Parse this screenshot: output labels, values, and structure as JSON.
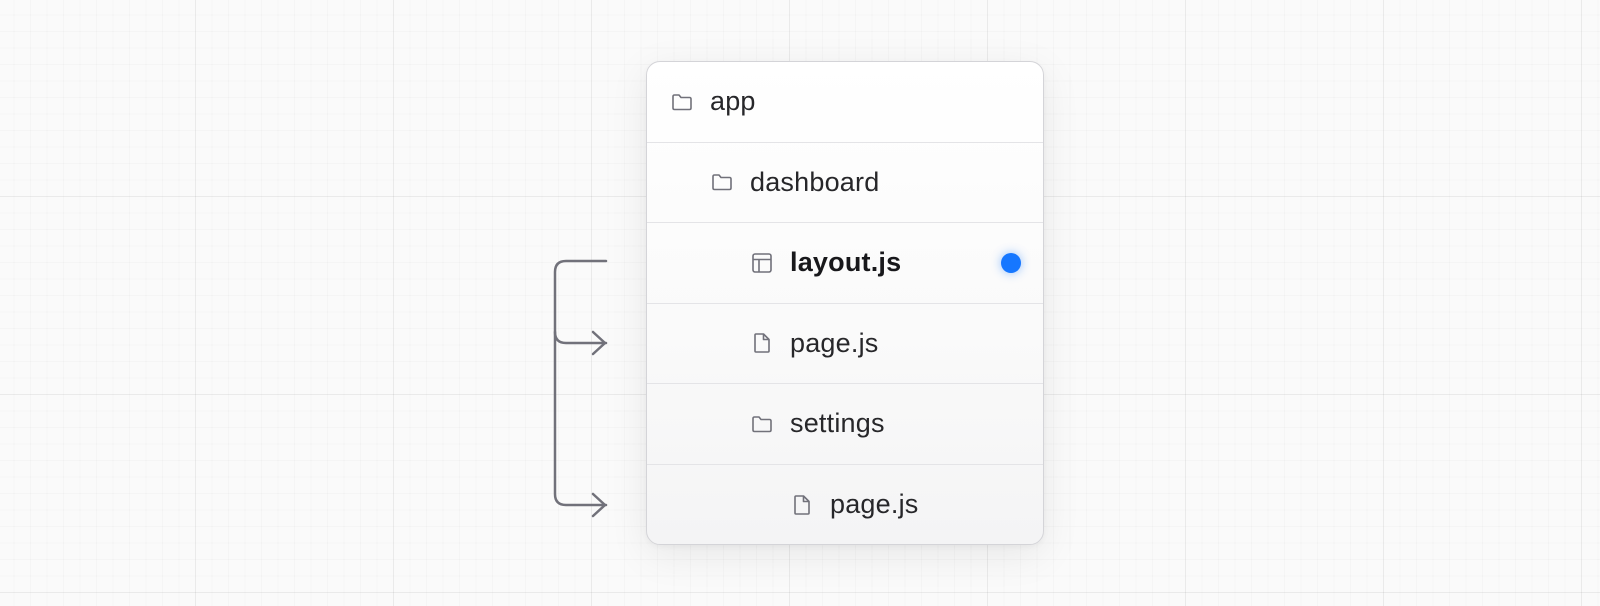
{
  "colors": {
    "accent_dot": "#1677ff",
    "connector": "#71717a",
    "icon": "#71717a",
    "text": "#27272a"
  },
  "tree": {
    "rows": [
      {
        "label": "app",
        "icon": "folder-icon",
        "depth": 0,
        "bold": false,
        "highlight": false
      },
      {
        "label": "dashboard",
        "icon": "folder-icon",
        "depth": 1,
        "bold": false,
        "highlight": false
      },
      {
        "label": "layout.js",
        "icon": "layout-icon",
        "depth": 2,
        "bold": true,
        "highlight": true
      },
      {
        "label": "page.js",
        "icon": "file-icon",
        "depth": 2,
        "bold": false,
        "highlight": false
      },
      {
        "label": "settings",
        "icon": "folder-icon",
        "depth": 2,
        "bold": false,
        "highlight": false
      },
      {
        "label": "page.js",
        "icon": "file-icon",
        "depth": 3,
        "bold": false,
        "highlight": false
      }
    ]
  },
  "connector": {
    "from_row": 2,
    "to_rows": [
      3,
      5
    ]
  }
}
